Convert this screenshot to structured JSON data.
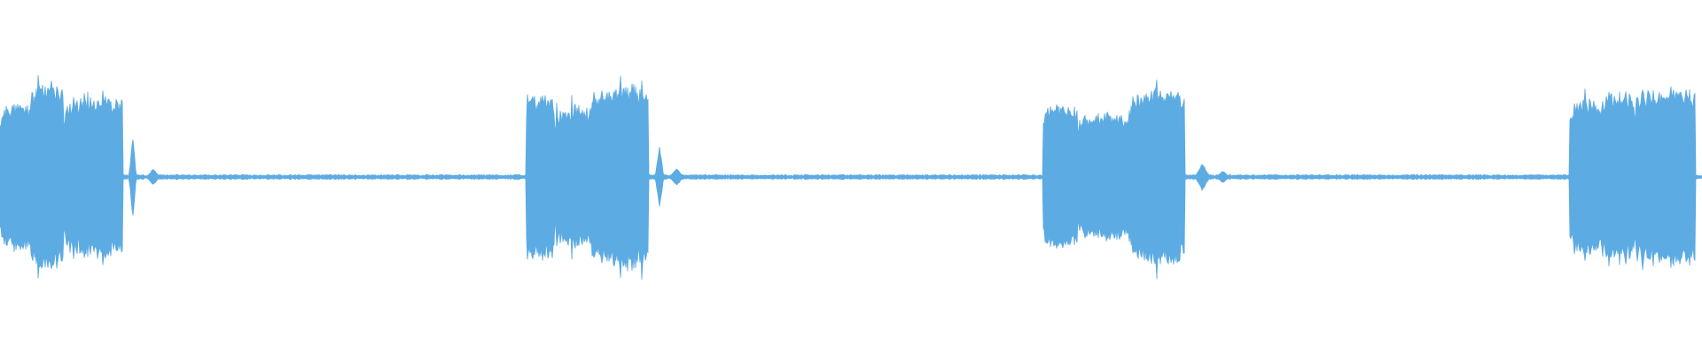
{
  "waveform": {
    "color": "#5dabe3",
    "background": "#ffffff",
    "duration_fraction_start": 0.0,
    "duration_fraction_end": 1.0,
    "baseline_noise_amplitude": 0.012,
    "bursts": [
      {
        "name": "burst-1",
        "start": 0.0,
        "end": 0.072,
        "segments": [
          {
            "start": 0.0,
            "end": 0.017,
            "amp": 0.44
          },
          {
            "start": 0.017,
            "end": 0.037,
            "amp": 0.56
          },
          {
            "start": 0.037,
            "end": 0.072,
            "amp": 0.48
          }
        ],
        "tail": [
          {
            "start": 0.076,
            "end": 0.08,
            "amp": 0.28
          },
          {
            "start": 0.086,
            "end": 0.094,
            "amp": 0.05
          }
        ]
      },
      {
        "name": "burst-2",
        "start": 0.309,
        "end": 0.381,
        "segments": [
          {
            "start": 0.309,
            "end": 0.326,
            "amp": 0.5
          },
          {
            "start": 0.326,
            "end": 0.346,
            "amp": 0.42
          },
          {
            "start": 0.346,
            "end": 0.381,
            "amp": 0.54
          }
        ],
        "tail": [
          {
            "start": 0.385,
            "end": 0.39,
            "amp": 0.2
          },
          {
            "start": 0.393,
            "end": 0.402,
            "amp": 0.05
          }
        ]
      },
      {
        "name": "burst-3",
        "start": 0.613,
        "end": 0.696,
        "segments": [
          {
            "start": 0.613,
            "end": 0.633,
            "amp": 0.44
          },
          {
            "start": 0.633,
            "end": 0.663,
            "amp": 0.38
          },
          {
            "start": 0.663,
            "end": 0.696,
            "amp": 0.52
          }
        ],
        "tail": [
          {
            "start": 0.702,
            "end": 0.711,
            "amp": 0.08
          },
          {
            "start": 0.715,
            "end": 0.722,
            "amp": 0.04
          }
        ]
      },
      {
        "name": "burst-4",
        "start": 0.922,
        "end": 1.0,
        "segments": [
          {
            "start": 0.922,
            "end": 0.94,
            "amp": 0.46
          },
          {
            "start": 0.94,
            "end": 0.96,
            "amp": 0.52
          },
          {
            "start": 0.96,
            "end": 0.996,
            "amp": 0.54
          }
        ],
        "tail": []
      }
    ]
  }
}
